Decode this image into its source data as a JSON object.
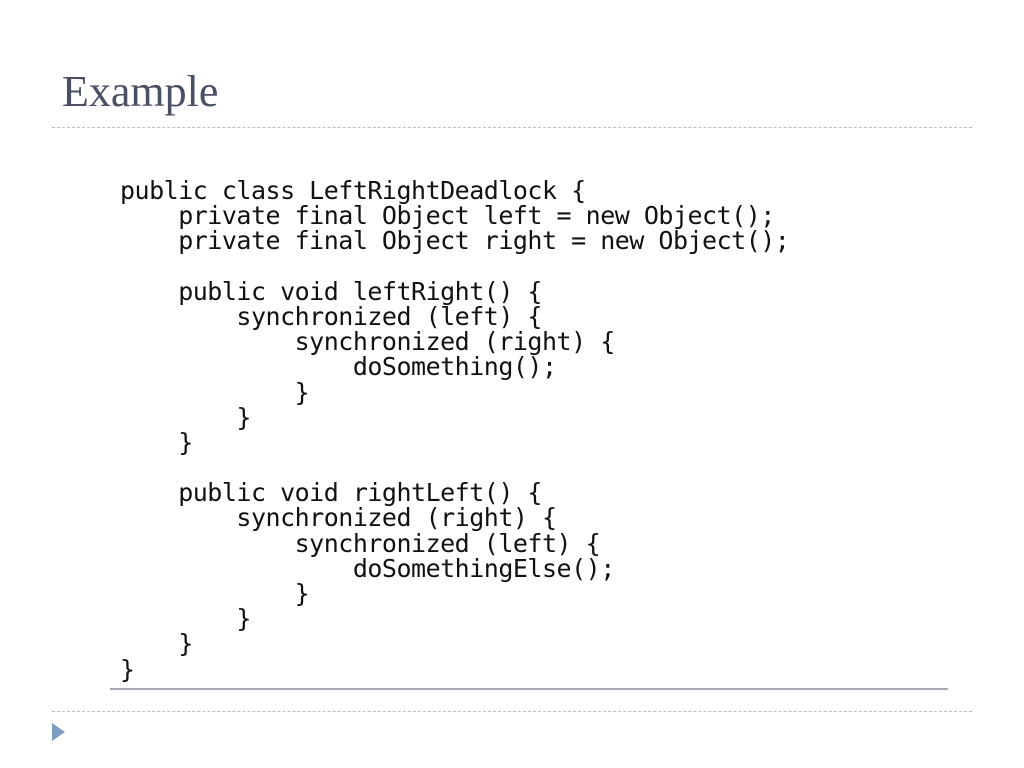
{
  "slide": {
    "title": "Example",
    "code_lines": [
      "public class LeftRightDeadlock {",
      "    private final Object left = new Object();",
      "    private final Object right = new Object();",
      "",
      "    public void leftRight() {",
      "        synchronized (left) {",
      "            synchronized (right) {",
      "                doSomething();",
      "            }",
      "        }",
      "    }",
      "",
      "    public void rightLeft() {",
      "        synchronized (right) {",
      "            synchronized (left) {",
      "                doSomethingElse();",
      "            }",
      "        }",
      "    }",
      "}"
    ]
  },
  "icons": {
    "nav": "triangle-right-icon"
  },
  "colors": {
    "title": "#4a4f63",
    "divider": "#b6c1cf",
    "accent": "#7f9cc0"
  }
}
